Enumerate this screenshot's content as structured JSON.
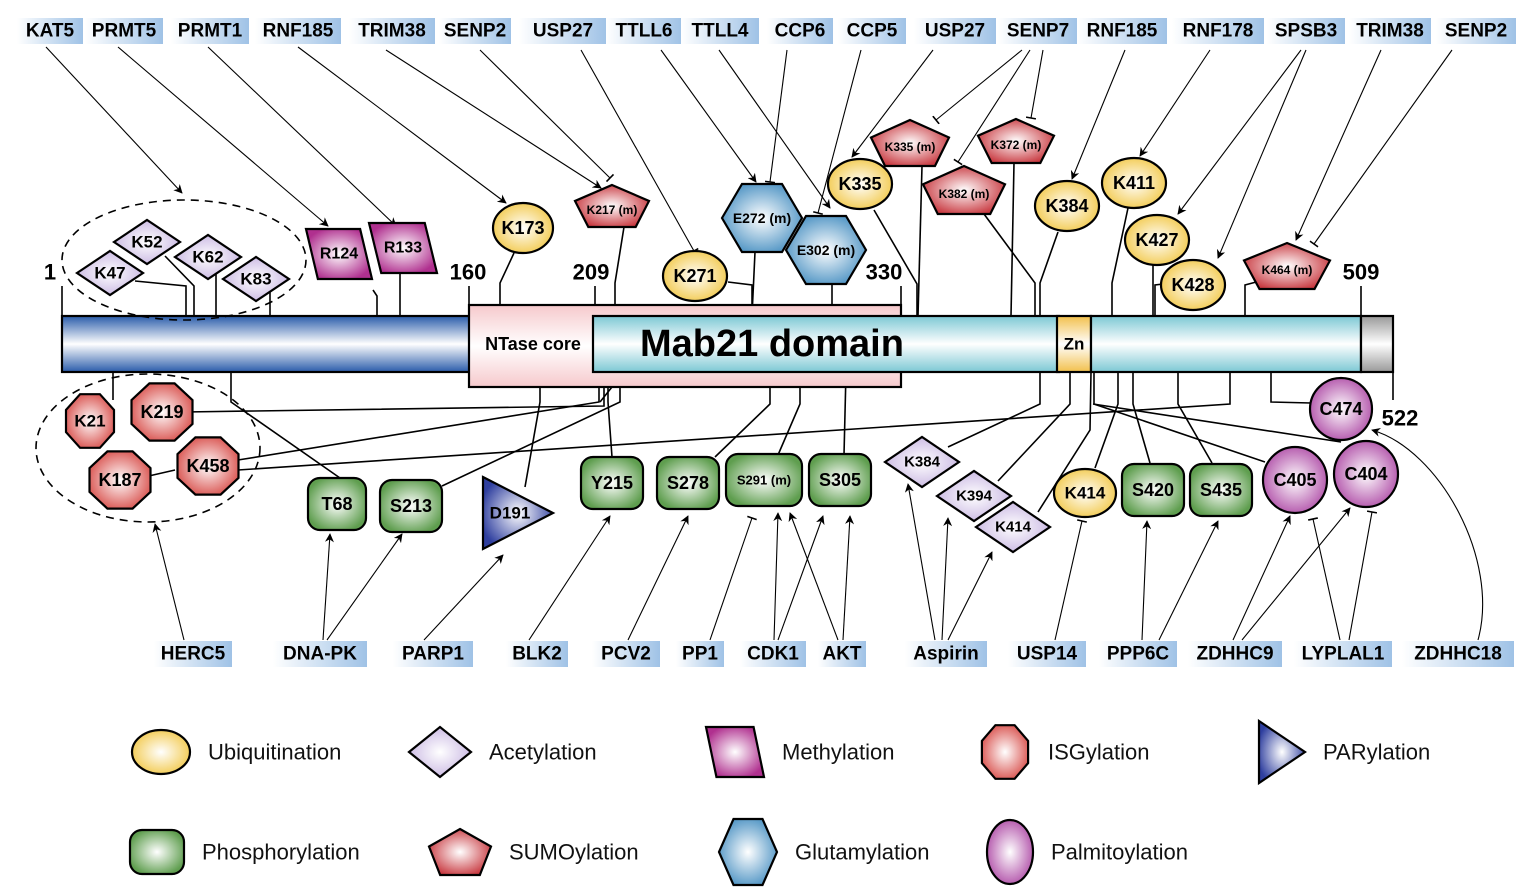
{
  "protein": {
    "domains": [
      {
        "id": "n-terminal",
        "label": "",
        "start": 1,
        "end": 160
      },
      {
        "id": "ntase-core",
        "label": "NTase core",
        "start": 160,
        "end": 330
      },
      {
        "id": "mab21-domain",
        "label": "Mab21 domain",
        "start": 209,
        "end": 509
      },
      {
        "id": "zn-finger",
        "label": "Zn",
        "start": 390,
        "end": 405
      },
      {
        "id": "c-terminal-tail",
        "label": "",
        "start": 509,
        "end": 522
      }
    ],
    "position_labels": [
      "1",
      "160",
      "209",
      "330",
      "509",
      "522"
    ]
  },
  "colors": {
    "ubiquitination": "#f2c94c",
    "acetylation": "#c8b6e2",
    "methylation": "#b0308f",
    "isgylation": "#d9534f",
    "parylation": "#2f3f9f",
    "phosphorylation": "#5f9e4f",
    "sumoylation": "#c8383f",
    "glutamylation": "#4f94c4",
    "palmitoylation": "#b04fa8",
    "n_terminal": "#2a5caa",
    "mab21": "#7cc8d4",
    "ntase": "#f6c9cc",
    "zn": "#f2c04c",
    "tail": "#999999",
    "enzyme_box": "#9fc2e6"
  },
  "top_enzymes": [
    "KAT5",
    "PRMT5",
    "PRMT1",
    "RNF185",
    "TRIM38",
    "SENP2",
    "USP27",
    "TTLL6",
    "TTLL4",
    "CCP6",
    "CCP5",
    "USP27",
    "SENP7",
    "RNF185",
    "RNF178",
    "SPSB3",
    "TRIM38",
    "SENP2"
  ],
  "bottom_enzymes": [
    "HERC5",
    "DNA-PK",
    "PARP1",
    "BLK2",
    "PCV2",
    "PP1",
    "CDK1",
    "AKT",
    "Aspirin",
    "USP14",
    "PPP6C",
    "ZDHHC9",
    "LYPLAL1",
    "ZDHHC18"
  ],
  "sites_top": [
    {
      "label": "K47",
      "type": "acetylation"
    },
    {
      "label": "K52",
      "type": "acetylation"
    },
    {
      "label": "K62",
      "type": "acetylation"
    },
    {
      "label": "K83",
      "type": "acetylation"
    },
    {
      "label": "R124",
      "type": "methylation"
    },
    {
      "label": "R133",
      "type": "methylation"
    },
    {
      "label": "K173",
      "type": "ubiquitination"
    },
    {
      "label": "K217 (m)",
      "type": "sumoylation"
    },
    {
      "label": "K271",
      "type": "ubiquitination"
    },
    {
      "label": "E272 (m)",
      "type": "glutamylation"
    },
    {
      "label": "E302 (m)",
      "type": "glutamylation"
    },
    {
      "label": "K335",
      "type": "ubiquitination"
    },
    {
      "label": "K335 (m)",
      "type": "sumoylation"
    },
    {
      "label": "K372 (m)",
      "type": "sumoylation"
    },
    {
      "label": "K382 (m)",
      "type": "sumoylation"
    },
    {
      "label": "K384",
      "type": "ubiquitination"
    },
    {
      "label": "K411",
      "type": "ubiquitination"
    },
    {
      "label": "K427",
      "type": "ubiquitination"
    },
    {
      "label": "K428",
      "type": "ubiquitination"
    },
    {
      "label": "K464 (m)",
      "type": "sumoylation"
    }
  ],
  "sites_bottom": [
    {
      "label": "K21",
      "type": "isgylation"
    },
    {
      "label": "K219",
      "type": "isgylation"
    },
    {
      "label": "K187",
      "type": "isgylation"
    },
    {
      "label": "K458",
      "type": "isgylation"
    },
    {
      "label": "T68",
      "type": "phosphorylation"
    },
    {
      "label": "S213",
      "type": "phosphorylation"
    },
    {
      "label": "D191",
      "type": "parylation"
    },
    {
      "label": "Y215",
      "type": "phosphorylation"
    },
    {
      "label": "S278",
      "type": "phosphorylation"
    },
    {
      "label": "S291 (m)",
      "type": "phosphorylation"
    },
    {
      "label": "S305",
      "type": "phosphorylation"
    },
    {
      "label": "K384",
      "type": "acetylation"
    },
    {
      "label": "K394",
      "type": "acetylation"
    },
    {
      "label": "K414",
      "type": "acetylation"
    },
    {
      "label": "K414",
      "type": "ubiquitination"
    },
    {
      "label": "S420",
      "type": "phosphorylation"
    },
    {
      "label": "S435",
      "type": "phosphorylation"
    },
    {
      "label": "C405",
      "type": "palmitoylation"
    },
    {
      "label": "C404",
      "type": "palmitoylation"
    },
    {
      "label": "C474",
      "type": "palmitoylation"
    }
  ],
  "legend": [
    {
      "label": "Ubiquitination",
      "type": "ubiquitination"
    },
    {
      "label": "Acetylation",
      "type": "acetylation"
    },
    {
      "label": "Methylation",
      "type": "methylation"
    },
    {
      "label": "ISGylation",
      "type": "isgylation"
    },
    {
      "label": "PARylation",
      "type": "parylation"
    },
    {
      "label": "Phosphorylation",
      "type": "phosphorylation"
    },
    {
      "label": "SUMOylation",
      "type": "sumoylation"
    },
    {
      "label": "Glutamylation",
      "type": "glutamylation"
    },
    {
      "label": "Palmitoylation",
      "type": "palmitoylation"
    }
  ]
}
